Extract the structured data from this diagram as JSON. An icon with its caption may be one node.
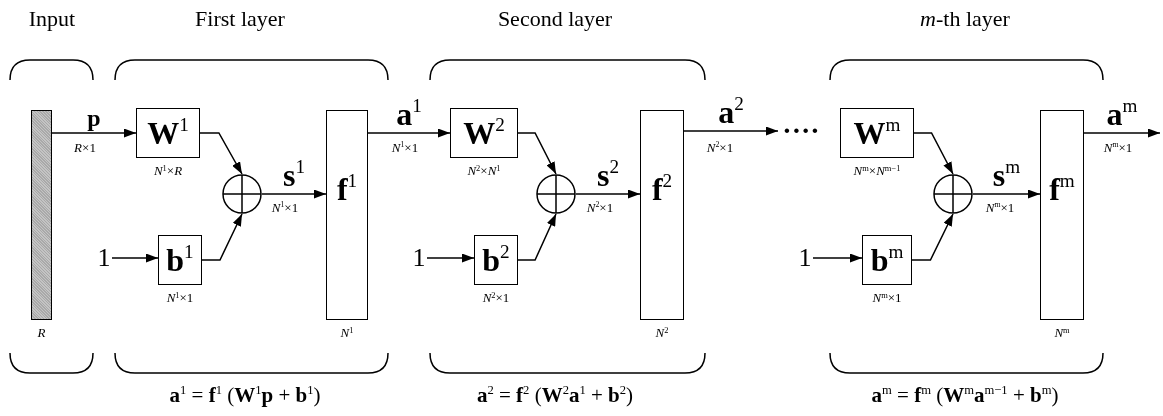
{
  "diagram": {
    "nodes": [
      {
        "text": [],
        "shape": "bar",
        "beside": [
          "*R*"
        ]
      },
      {
        "text": [
          "**W**$^{1}$"
        ],
        "beside": [
          "*N*$^{1}$×*R*"
        ]
      },
      {
        "text": [
          "1"
        ]
      },
      {
        "text": [
          "**b**$^{1}$"
        ],
        "beside": [
          "*N*$^{1}$×1"
        ]
      },
      {
        "text": [],
        "shape": "circle"
      },
      {
        "text": [
          "**f**$^{1}$"
        ],
        "beside": [
          "*N*$^{1}$"
        ]
      },
      {
        "text": [
          "**W**$^{2}$"
        ],
        "beside": [
          "*N*$^{2}$×*N*$^{1}$"
        ]
      },
      {
        "text": [
          "1"
        ]
      },
      {
        "text": [
          "**b**$^{2}$"
        ],
        "beside": [
          "*N*$^{2}$×1"
        ]
      },
      {
        "text": [],
        "shape": "circle"
      },
      {
        "text": [
          "**f**$^{2}$"
        ],
        "beside": [
          "*N*$^{2}$"
        ]
      },
      {
        "text": [
          "····"
        ]
      },
      {
        "text": [
          "**W**$^{m}$"
        ],
        "beside": [
          "*N*$^{m}$×*N*$^{m−1}$"
        ]
      },
      {
        "text": [
          "1"
        ]
      },
      {
        "text": [
          "**b**$^{m}$"
        ],
        "beside": [
          "*N*$^{m}$×1"
        ]
      },
      {
        "text": [],
        "shape": "circle"
      },
      {
        "text": [
          "**f**$^{m}$"
        ],
        "beside": [
          "*N*$^{m}$"
        ]
      }
    ],
    "edges": [
      {
        "from": 0,
        "to": 1,
        "arrow": "to",
        "label": "p"
      },
      {
        "from": 1,
        "to": 4,
        "arrow": "to"
      },
      {
        "from": 2,
        "to": 3,
        "arrow": "to"
      },
      {
        "from": 3,
        "to": 4,
        "arrow": "to"
      },
      {
        "from": 4,
        "to": 5,
        "arrow": "to",
        "label": "**s**$^{1}$"
      },
      {
        "from": 5,
        "to": 6,
        "arrow": "to",
        "label": "**a**$^{1}$"
      },
      {
        "from": 6,
        "to": 9,
        "arrow": "to"
      },
      {
        "from": 7,
        "to": 8,
        "arrow": "to"
      },
      {
        "from": 8,
        "to": 9,
        "arrow": "to"
      },
      {
        "from": 9,
        "to": 10,
        "arrow": "to",
        "label": "**s**$^{2}$"
      },
      {
        "from": 10,
        "to": 11,
        "arrow": "to",
        "label": "**a**$^{2}$"
      },
      {
        "from": 12,
        "to": 15,
        "arrow": "to"
      },
      {
        "from": 13,
        "to": 14,
        "arrow": "to"
      },
      {
        "from": 14,
        "to": 15,
        "arrow": "to"
      },
      {
        "from": 15,
        "to": 16,
        "arrow": "to",
        "label": "**s**$^{m}$"
      },
      {
        "from": 16,
        "to": null,
        "arrow": "to",
        "label": "**a**$^{m}$"
      }
    ],
    "labels": [
      "Input",
      "First layer",
      "Second layer",
      "*m*-th layer",
      "*R*×1",
      "*N*$^{1}$×1",
      "*N*$^{1}$×1",
      "*N*$^{2}$×1",
      "*N*$^{2}$×1",
      "*N*$^{m}$×1",
      "*N*$^{m}$×1",
      "**a**$^{1}$ = **f**$^{1}$ (**W**$^{1}$**p** + **b**$^{1}$)",
      "**a**$^{2}$ = **f**$^{2}$ (**W**$^{2}$**a**$^{1}$ + **b**$^{2}$)",
      "**a**$^{m}$ = **f**$^{m}$ (**W**$^{m}$**a**$^{m−1}$ + **b**$^{m}$)"
    ]
  }
}
